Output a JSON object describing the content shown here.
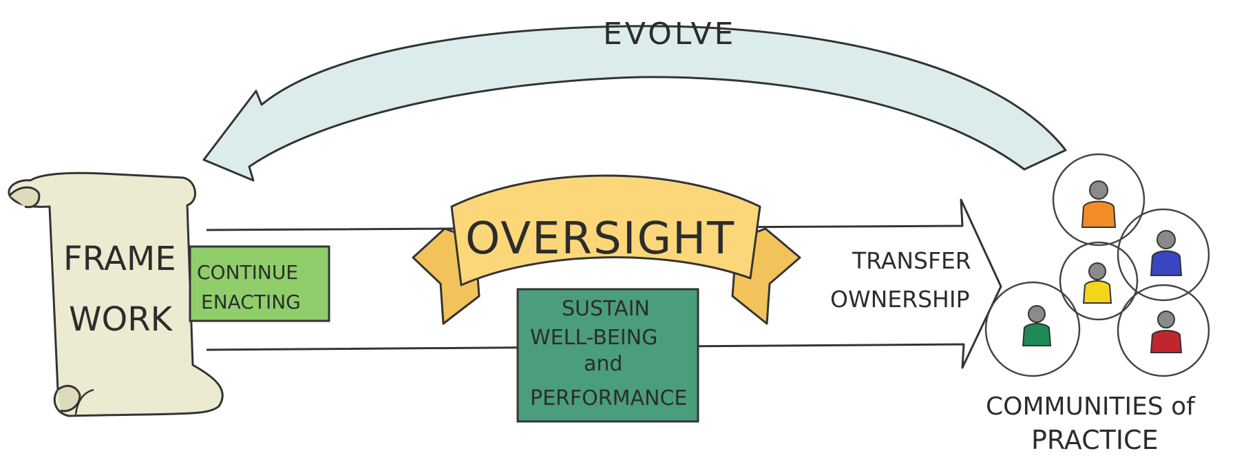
{
  "labels": {
    "evolve": "EVOLVE",
    "framework_line1": "FRAME",
    "framework_line2": "WORK",
    "continue_line1": "CONTINUE",
    "continue_line2": "ENACTING",
    "oversight": "OVERSIGHT",
    "sustain_line1": "SUSTAIN",
    "sustain_line2": "WELL-BEING",
    "sustain_line3": "and",
    "sustain_line4": "PERFORMANCE",
    "transfer_line1": "TRANSFER",
    "transfer_line2": "OWNERSHIP",
    "communities_line1": "COMMUNITIES of",
    "communities_line2": "PRACTICE"
  },
  "colors": {
    "evolve_arrow": "#dcecec",
    "scroll": "#ecead0",
    "continue_box": "#8fce6a",
    "oversight_banner": "#fbd77a",
    "sustain_box": "#4a9e7c",
    "outline": "#333333",
    "people": [
      "#f28c28",
      "#3a45c2",
      "#f4d51c",
      "#1f8a55",
      "#c0262e"
    ]
  },
  "icons": {
    "framework": "scroll-icon",
    "community_members": "person-icon"
  }
}
